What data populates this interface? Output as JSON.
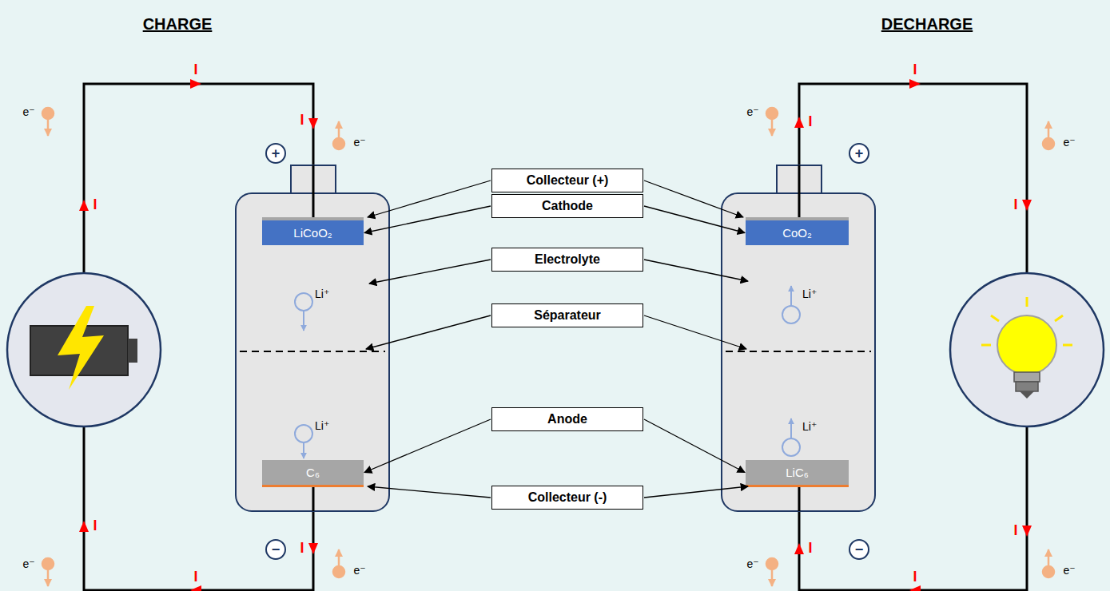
{
  "diagram": {
    "nodes": [
      {
        "text": [
          "Collecteur (+)"
        ]
      },
      {
        "text": [
          "Cathode"
        ]
      },
      {
        "text": [
          "Electrolyte"
        ]
      },
      {
        "text": [
          "Séparateur"
        ]
      },
      {
        "text": [
          "Anode"
        ]
      },
      {
        "text": [
          "Collecteur (-)"
        ]
      },
      {
        "text": [
          "LiCoO₂"
        ]
      },
      {
        "text": [
          "C₆"
        ]
      },
      {
        "text": [
          "CoO₂"
        ]
      },
      {
        "text": [
          "LiC₆"
        ]
      }
    ],
    "edges": [
      {
        "from": 1,
        "to": 6,
        "arrow": "to"
      },
      {
        "from": 1,
        "to": 8,
        "arrow": "to"
      },
      {
        "from": 4,
        "to": 7,
        "arrow": "to"
      },
      {
        "from": 4,
        "to": 9,
        "arrow": "to"
      }
    ],
    "labels": [
      "CHARGE",
      "DECHARGE",
      "Li⁺",
      "Li⁺",
      "Li⁺",
      "Li⁺",
      "+",
      "−",
      "+",
      "−",
      "e⁻",
      "e⁻",
      "e⁻",
      "e⁻",
      "e⁻",
      "e⁻",
      "e⁻",
      "e⁻",
      "I",
      "I",
      "I",
      "I",
      "I",
      "I",
      "I",
      "I",
      "I",
      "I",
      "I",
      "I"
    ]
  }
}
